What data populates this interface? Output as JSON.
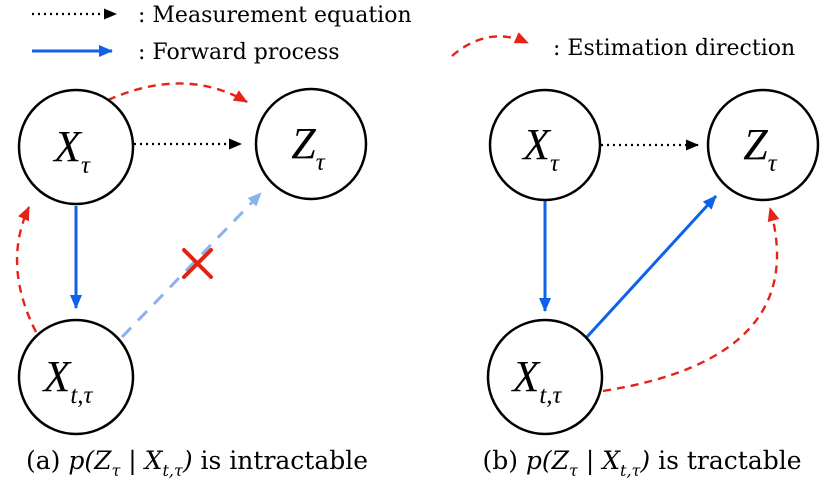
{
  "legend": {
    "measurement_label": ": Measurement equation",
    "forward_label": ": Forward process",
    "estimation_label": ": Estimation direction"
  },
  "colors": {
    "measurement": "#000000",
    "forward": "#0f62e8",
    "estimation": "#e62318",
    "intractable_edge": "#8ab2ee",
    "cross": "#df2412",
    "node_stroke": "#000000"
  },
  "figure_a": {
    "nodes": {
      "x_tau": {
        "main": "X",
        "sub": "τ"
      },
      "z_tau": {
        "main": "Z",
        "sub": "τ"
      },
      "x_t_tau": {
        "main": "X",
        "sub": "t,τ"
      }
    },
    "caption": {
      "prefix": "(a) ",
      "m1": "p(Z",
      "s1": "τ",
      "m2": " | X",
      "s2": "t,τ",
      "m3": ")",
      "suffix": " is intractable"
    }
  },
  "figure_b": {
    "nodes": {
      "x_tau": {
        "main": "X",
        "sub": "τ"
      },
      "z_tau": {
        "main": "Z",
        "sub": "τ"
      },
      "x_t_tau": {
        "main": "X",
        "sub": "t,τ"
      }
    },
    "caption": {
      "prefix": "(b) ",
      "m1": "p(Z",
      "s1": "τ",
      "m2": " | X",
      "s2": "t,τ",
      "m3": ")",
      "suffix": " is tractable"
    }
  }
}
